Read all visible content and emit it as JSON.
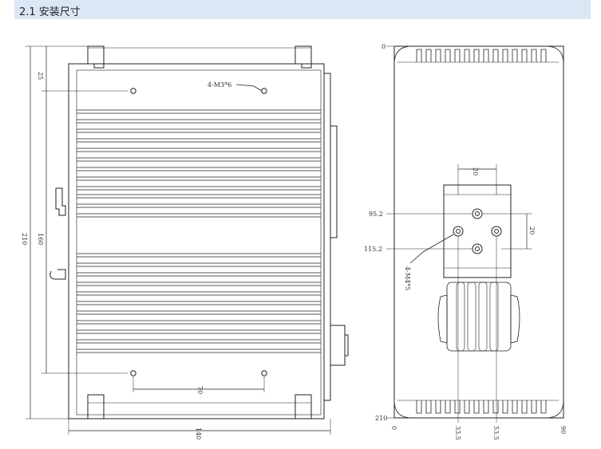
{
  "header": {
    "title": "2.1 安装尺寸"
  },
  "front_view": {
    "dim_top_offset": "25",
    "dim_total_height": "210",
    "dim_hole_spacing_vertical": "160",
    "dim_hole_spacing_horizontal": "70",
    "dim_width": "140",
    "hole_callout": "4-M3*6"
  },
  "side_view": {
    "label_top": "0",
    "label_bottom": "210",
    "label_95": "95.2",
    "label_115": "115.2",
    "dim_bracket_width": "20",
    "dim_bracket_hole": "20",
    "hole_callout": "4-M4*5",
    "x_label_0": "0",
    "x_label_33": "33.5",
    "x_label_53": "53.5",
    "x_label_90": "90"
  },
  "colors": {
    "header_bg": "#dbe7f5",
    "line": "#222222"
  }
}
